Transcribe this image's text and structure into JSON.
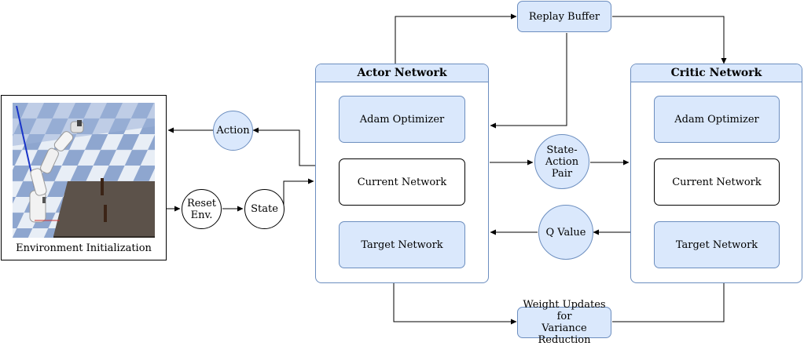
{
  "environment": {
    "caption": "Environment Initialization"
  },
  "actor": {
    "title": "Actor Network",
    "adam": "Adam Optimizer",
    "current": "Current Network",
    "target": "Target Network"
  },
  "critic": {
    "title": "Critic Network",
    "adam": "Adam Optimizer",
    "current": "Current Network",
    "target": "Target Network"
  },
  "replay_buffer": "Replay Buffer",
  "weight_updates": {
    "line1": "Weight Updates for",
    "line2": "Variance Reduction"
  },
  "nodes": {
    "action": "Action",
    "state": "State",
    "reset_line1": "Reset",
    "reset_line2": "Env.",
    "state_action_line1": "State-",
    "state_action_line2": "Action Pair",
    "q_value": "Q Value"
  },
  "colors": {
    "fill_blue": "#dae8fc",
    "stroke_blue": "#6c8ebf",
    "arrow": "#000000"
  }
}
